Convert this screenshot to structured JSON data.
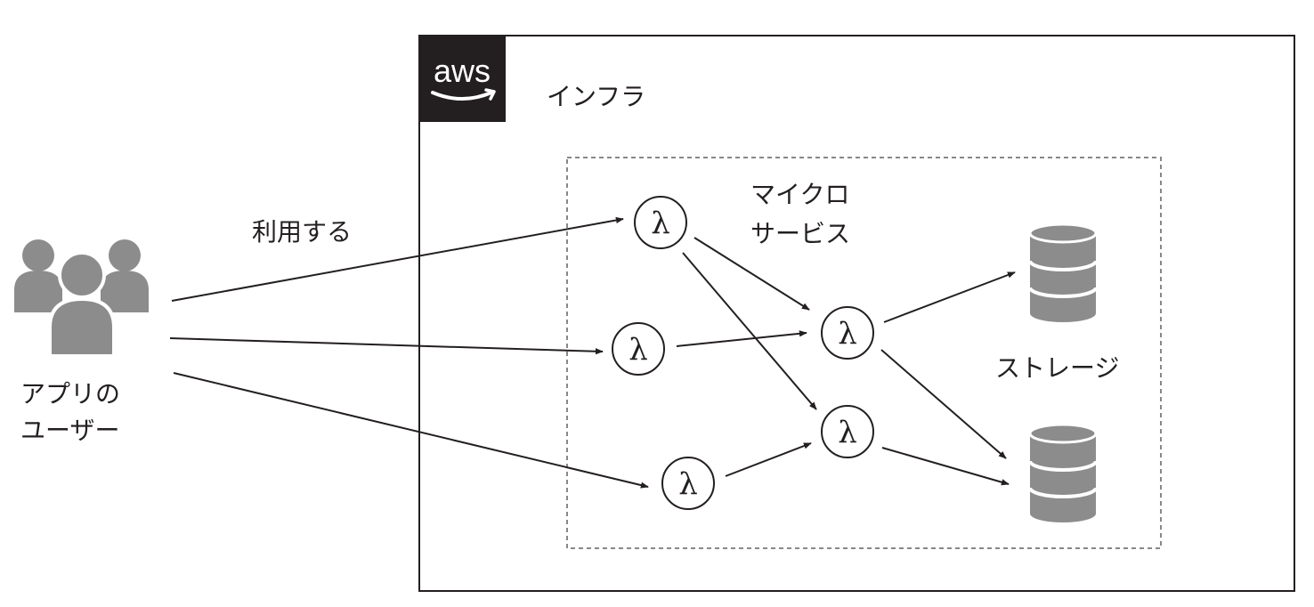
{
  "users": {
    "label_line1": "アプリの",
    "label_line2": "ユーザー"
  },
  "use_label": "利用する",
  "aws": {
    "logo_text": "aws",
    "infra_label": "インフラ"
  },
  "microservices": {
    "label_line1": "マイクロ",
    "label_line2": "サービス"
  },
  "lambda_symbol": "λ",
  "storage_label": "ストレージ"
}
